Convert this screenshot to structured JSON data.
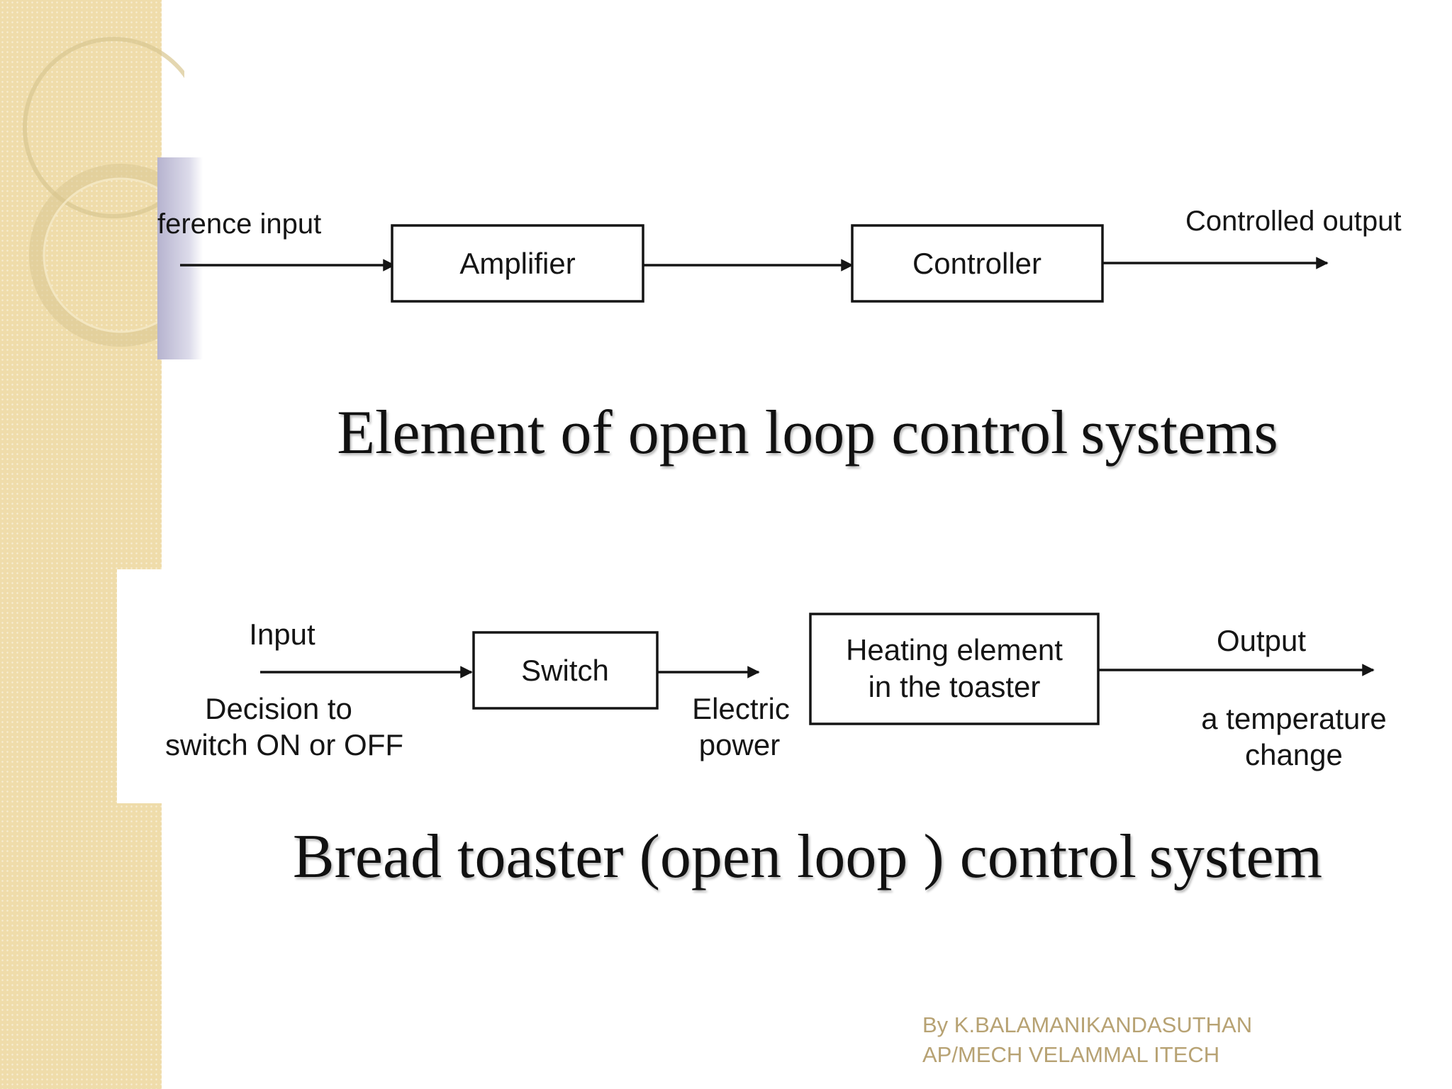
{
  "colors": {
    "sidebar": "#efdcaa",
    "ring": "#d8c690",
    "footer_text": "#b7a273",
    "diagram_ink": "#151515"
  },
  "diagram_top": {
    "input_label": "ference input",
    "block_1": "Amplifier",
    "block_2": "Controller",
    "output_label": "Controlled output"
  },
  "caption_top": "Element of open loop control systems",
  "diagram_bottom": {
    "input_label": "Input",
    "input_note_line1": "Decision to",
    "input_note_line2": "switch ON or OFF",
    "block_1": "Switch",
    "power_line1": "Electric",
    "power_line2": "power",
    "block_2_line1": "Heating element",
    "block_2_line2": "in the toaster",
    "output_label": "Output",
    "output_note_line1": "a temperature",
    "output_note_line2": "change"
  },
  "caption_bottom": "Bread toaster (open loop ) control system",
  "footer": {
    "line1": "By K.BALAMANIKANDASUTHAN",
    "line2": "AP/MECH VELAMMAL ITECH"
  }
}
